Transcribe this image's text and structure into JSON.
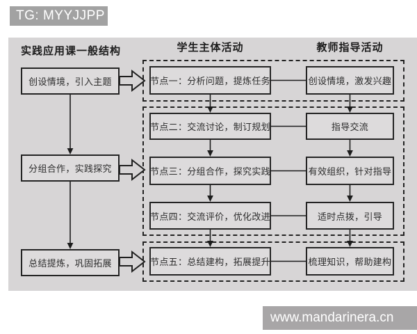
{
  "watermarks": {
    "tg": "TG: MYYJJPP",
    "site": "www.mandarinera.cn"
  },
  "diagram": {
    "title": "实践应用课一般结构",
    "column_headers": {
      "student": "学生主体活动",
      "teacher": "教师指导活动"
    },
    "left_flow": [
      "创设情境，引入主题",
      "分组合作，实践探究",
      "总结提炼，巩固拓展"
    ],
    "student_nodes": [
      "节点一：分析问题，提炼任务",
      "节点二：交流讨论，制订规划",
      "节点三：分组合作，探究实践",
      "节点四：交流评价，优化改进",
      "节点五：总结建构，拓展提升"
    ],
    "teacher_nodes": [
      "创设情境，激发兴趣",
      "指导交流",
      "有效组织，针对指导",
      "适时点拨，引导",
      "梳理知识，帮助建构"
    ],
    "colors": {
      "panel_bg": "#d7d5d6",
      "box_bg": "#dddbdc",
      "line": "#1c1c1c",
      "watermark_bg": "#a2a2a2",
      "watermark_text": "#ffffff"
    }
  }
}
